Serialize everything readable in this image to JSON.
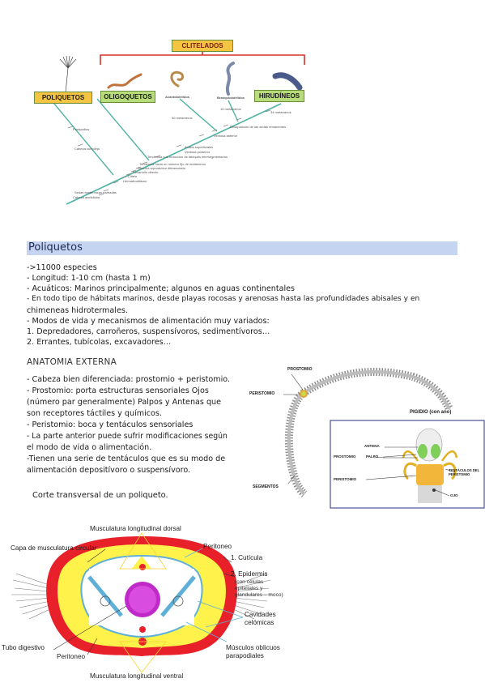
{
  "cladogram": {
    "top_group": "CLITELADOS",
    "groups": [
      "POLIQUETOS",
      "OLIGOQUETOS",
      "Acantobdélidos",
      "Branquiobdélidos",
      "HIRUDÍNEOS"
    ],
    "labels": [
      "15 metámeros",
      "34 metámeros",
      "30 metámeros",
      "Desaparición de las sedas remanentes",
      "Ventosa anterior",
      "Parapodios",
      "Cabeza compleja",
      "Anillos superficiales",
      "Ventosa posterior",
      "Tendencia a la reducción de tabiques intersegmentarios",
      "Tendencia hacia un número fijo de metámeros",
      "Sistema reproductor diferenciado",
      "Desarrollo directo",
      "Clitelo",
      "Hermafroditismo",
      "Sedas epidérmicas pareadas",
      "Cabeza anelidiana"
    ],
    "colors": {
      "box_fill": "#f4c542",
      "box_fill_green": "#b8dc7a",
      "bracket": "#d9302a",
      "line": "#4fb3a3"
    }
  },
  "section": {
    "title": "Poliquetos"
  },
  "intro_lines": [
    "->11000 especies",
    "- Longitud: 1-10 cm (hasta 1 m)",
    "- Acuáticos: Marinos principalmente; algunos en aguas continentales",
    "- En todo tipo de hábitats marinos, desde playas rocosas y arenosas hasta las profundidades abisales y en",
    "chimeneas hidrotermales.",
    "- Modos de vida y mecanismos de alimentación muy variados:",
    "1. Depredadores, carroñeros, suspensívoros, sedimentívoros…",
    "2. Errantes, tubícolas, excavadores…"
  ],
  "anatomy": {
    "heading": "ANATOMIA EXTERNA",
    "lines": [
      "- Cabeza bien diferenciada: prostomio + peristomio.",
      "- Prostomio: porta estructuras sensoriales Ojos",
      "(número par generalmente) Palpos y Antenas que",
      "son receptores táctiles y químicos.",
      "- Peristomio: boca y tentáculos sensoriales",
      "- La parte anterior puede sufrir modificaciones según",
      "el modo de vida o alimentación.",
      "-Tienen una serie de tentáculos que es su modo de",
      "alimentación depositívoro o suspensívoro."
    ],
    "caption": "Corte transversal de un poliqueto."
  },
  "worm_labels": {
    "prostomio": "PROSTOMIO",
    "peristomio": "PERISTOMIO",
    "pigidio": "PIGIDIO (con ano)",
    "segmentos": "SEGMENTOS",
    "antena": "ANTENA",
    "prostomio2": "PROSTOMIO",
    "palpo": "PALPO",
    "peristomio2": "PERISTOMIO",
    "tentaculos": "TENTÁCULOS DEL PERISTOMIO",
    "ojo": "OJO"
  },
  "cross_section": {
    "dorsal": "Musculatura longitudinal dorsal",
    "circular": "Capa de musculatura circular",
    "peritoneo_top": "Peritoneo",
    "cuticula": "1. Cutícula",
    "epidermis": "2. Epidermis",
    "epidermis_sub": [
      "(con células",
      "epiteliales y",
      "glandulares – moco)"
    ],
    "cavidades": [
      "Cavidades",
      "celómicas"
    ],
    "tubo": "Tubo digestivo",
    "peritoneo_bottom": "Peritoneo",
    "oblicuos": [
      "Músculos oblicuos",
      "parapodiales"
    ],
    "ventral": "Musculatura longitudinal ventral"
  }
}
